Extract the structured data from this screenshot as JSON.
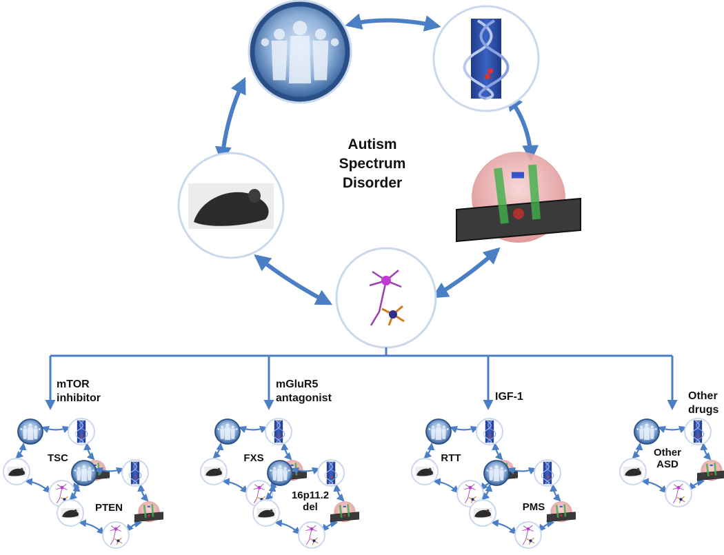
{
  "center": {
    "title_lines": [
      "Autism",
      "Spectrum",
      "Disorder"
    ]
  },
  "branches": [
    {
      "drug_lines": [
        "mTOR",
        "inhibitor"
      ],
      "disorders": [
        [
          "TSC"
        ],
        [
          "PTEN"
        ]
      ]
    },
    {
      "drug_lines": [
        "mGluR5",
        "antagonist"
      ],
      "disorders": [
        [
          "FXS"
        ],
        [
          "16p11.2",
          "del"
        ]
      ]
    },
    {
      "drug_lines": [
        "IGF-1"
      ],
      "disorders": [
        [
          "RTT"
        ],
        [
          "PMS"
        ]
      ]
    },
    {
      "drug_lines": [
        "Other",
        "drugs"
      ],
      "disorders": [
        [
          "Other",
          "ASD"
        ]
      ]
    }
  ],
  "node_icons": [
    "people-icon",
    "dna-helix-icon",
    "brain-scan-icon",
    "neuron-icon",
    "mouse-icon"
  ],
  "colors": {
    "arrow": "#4a7fc6",
    "ring": "#c9d8ec",
    "people_disc": "#3f6ea8",
    "dna": "#2f4fa8",
    "brain": "#e8a5a5"
  }
}
